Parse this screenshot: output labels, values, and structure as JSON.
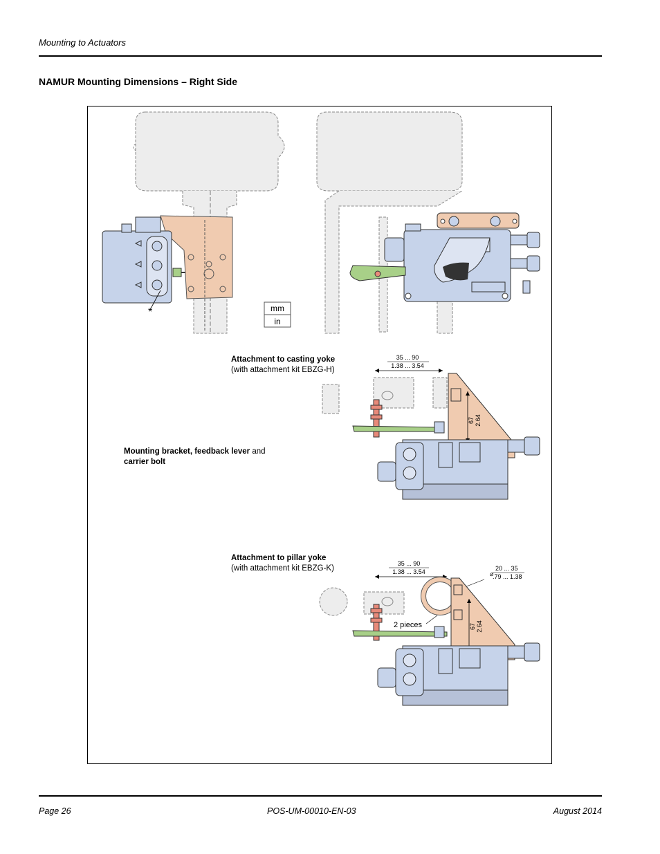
{
  "header": {
    "section": "Mounting to Actuators"
  },
  "title": "NAMUR Mounting Dimensions – Right Side",
  "figure": {
    "units": {
      "mm": "mm",
      "in": "in"
    },
    "asterisk": "*",
    "casting": {
      "label_bold": "Attachment to casting yoke",
      "label_sub": "(with attachment kit EBZG-H)",
      "dim_mm": "35 ... 90",
      "dim_in": "1.38 ... 3.54",
      "vdim_mm": "67",
      "vdim_in": "2.64"
    },
    "bracket_note": {
      "part1_bold": "Mounting bracket, feedback lever",
      "part2": " and",
      "part3_bold": "carrier bolt"
    },
    "pillar": {
      "label_bold": "Attachment to pillar yoke",
      "label_sub": "(with attachment kit EBZG-K)",
      "dim_mm": "35 ... 90",
      "dim_in": "1.38 ... 3.54",
      "dia_symbol": "⌀",
      "dia_mm": "20 ... 35",
      "dia_in": ".79 ... 1.38",
      "pieces": "2 pieces",
      "vdim_mm": "67",
      "vdim_in": "2.64"
    },
    "colors": {
      "body": "#c6d3ea",
      "bracket": "#f0cbb0",
      "lever": "#a8d088",
      "bolt": "#e88a7a",
      "actuator": "#ececec"
    }
  },
  "footer": {
    "page": "Page 26",
    "doc": "POS-UM-00010-EN-03",
    "date": "August 2014"
  }
}
